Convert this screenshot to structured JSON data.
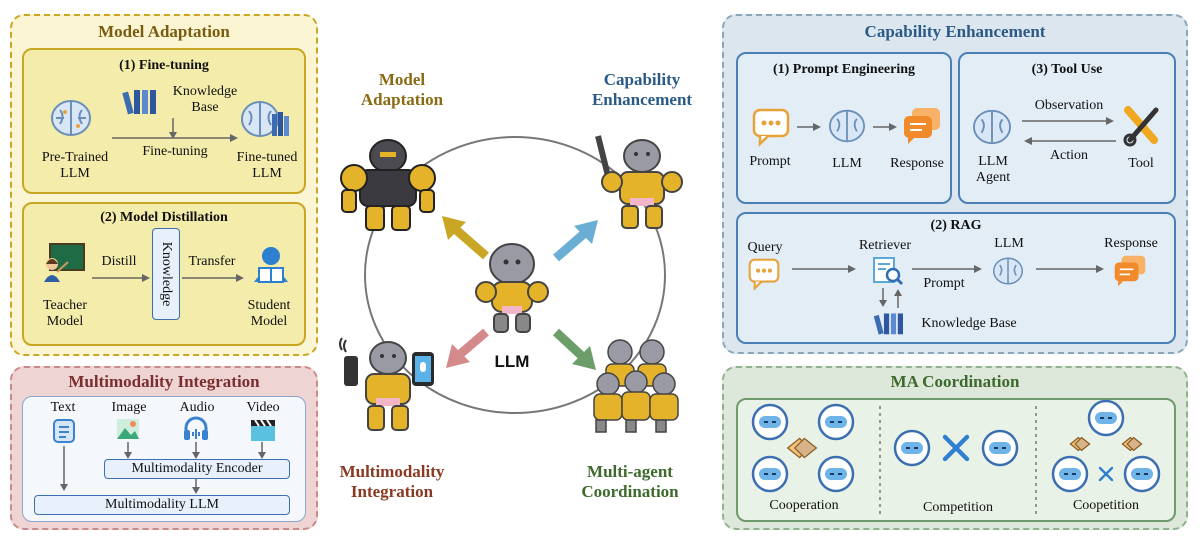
{
  "center": {
    "llm_label": "LLM",
    "model_adaptation": "Model\nAdaptation",
    "capability_enhancement": "Capability\nEnhancement",
    "multimodality_integration": "Multimodality\nIntegration",
    "multi_agent": "Multi-agent\nCoordination",
    "colors": {
      "adapt": "#8a6a12",
      "cap": "#2c5a86",
      "mm": "#8a3a22",
      "ma": "#3d6a2c"
    }
  },
  "model_adaptation": {
    "title": "Model Adaptation",
    "fine_tuning": {
      "title": "(1) Fine-tuning",
      "knowledge_base": "Knowledge\nBase",
      "pretrained": "Pre-Trained\nLLM",
      "arrow": "Fine-tuning",
      "finetuned": "Fine-tuned\nLLM"
    },
    "distillation": {
      "title": "(2) Model Distillation",
      "teacher": "Teacher\nModel",
      "distill": "Distill",
      "knowledge": "Knowledge",
      "transfer": "Transfer",
      "student": "Student\nModel"
    }
  },
  "multimodality": {
    "title": "Multimodality Integration",
    "inputs": [
      "Text",
      "Image",
      "Audio",
      "Video"
    ],
    "encoder": "Multimodality Encoder",
    "llm": "Multimodality LLM"
  },
  "capability": {
    "title": "Capability Enhancement",
    "prompt_eng": {
      "title": "(1) Prompt Engineering",
      "prompt": "Prompt",
      "llm": "LLM",
      "response": "Response"
    },
    "tool_use": {
      "title": "(3) Tool Use",
      "agent": "LLM\nAgent",
      "observation": "Observation",
      "action": "Action",
      "tool": "Tool"
    },
    "rag": {
      "title": "(2) RAG",
      "query": "Query",
      "retriever": "Retriever",
      "llm": "LLM",
      "response": "Response",
      "prompt": "Prompt",
      "kb": "Knowledge Base"
    }
  },
  "ma": {
    "title": "MA Coordination",
    "cooperation": "Cooperation",
    "competition": "Competition",
    "coopetition": "Coopetition"
  }
}
